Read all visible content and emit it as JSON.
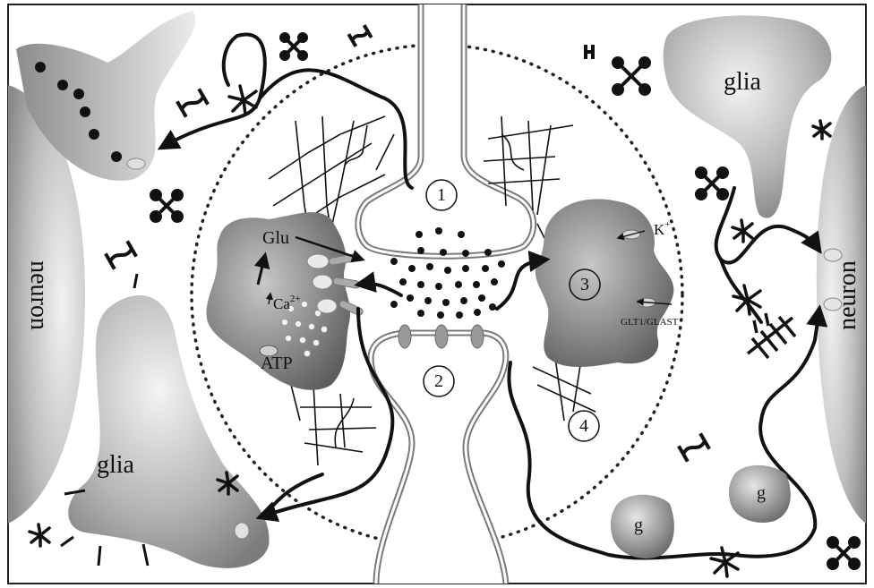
{
  "labels": {
    "glia_top_right": "glia",
    "glia_bottom_left": "glia",
    "neuron_left": "neuron",
    "neuron_right": "neuron",
    "glu": "Glu",
    "ca": "Ca",
    "ca_sup": "2+",
    "atp": "ATP",
    "k": "K",
    "k_sup": "+",
    "glt": "GLT1/GLAST",
    "g1": "g",
    "g2": "g"
  },
  "markers": [
    "1",
    "2",
    "3",
    "4"
  ],
  "colors": {
    "frame": "#222222",
    "cell_dark": "#7a7a7a",
    "cell_light": "#d8d8d8",
    "line": "#111111"
  }
}
